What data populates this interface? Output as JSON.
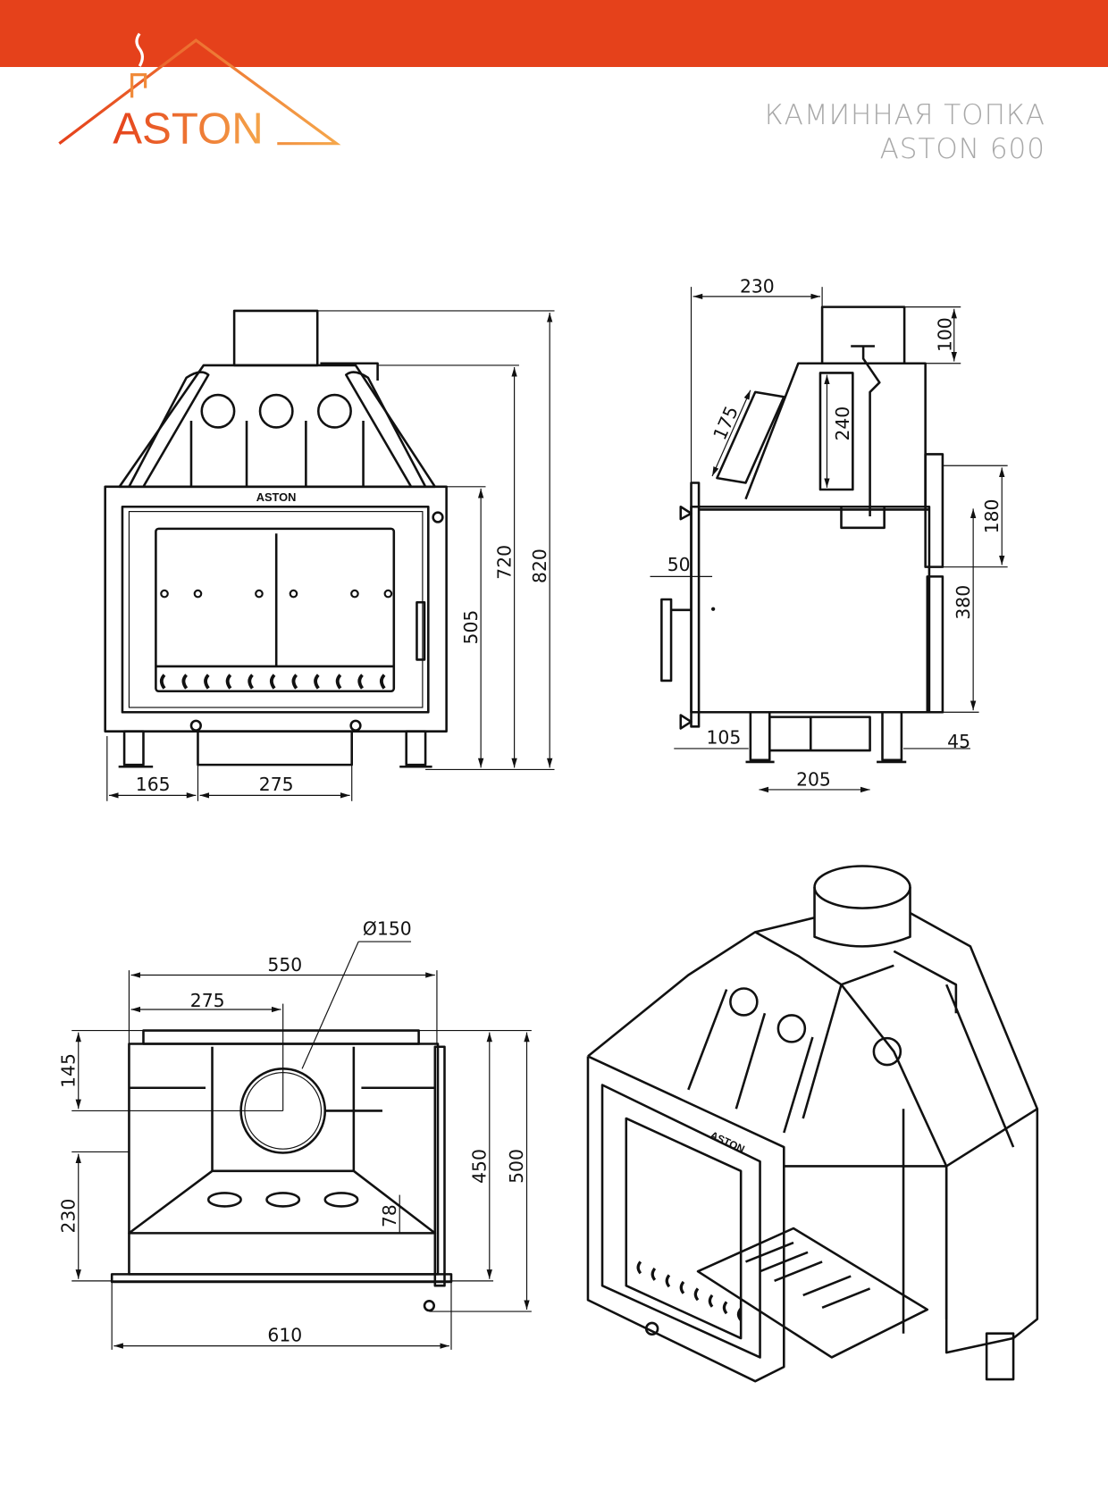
{
  "header": {
    "brand": "ASTON",
    "title_line1": "КАМИННАЯ ТОПКА",
    "title_line2": "ASTON 600",
    "accent_color": "#e5411b"
  },
  "front_view": {
    "logo": "ASTON",
    "dims": {
      "h_total": "820",
      "h_body": "720",
      "h_front": "505",
      "w_left": "165",
      "w_ashbox": "275"
    }
  },
  "side_view": {
    "dims": {
      "top_offset": "230",
      "chimney": "100",
      "damper": "240",
      "slant": "175",
      "air_top": "180",
      "air_bottom": "380",
      "handle": "50",
      "front_leg": "105",
      "ashbox": "205",
      "rear": "45"
    }
  },
  "top_view": {
    "dims": {
      "diameter": "Ø150",
      "width": "550",
      "half": "275",
      "front_depth": "145",
      "rear_depth": "230",
      "depth": "450",
      "depth_total": "500",
      "hole": "78",
      "base_width": "610"
    }
  },
  "iso_view": {
    "logo": "ASTON"
  }
}
